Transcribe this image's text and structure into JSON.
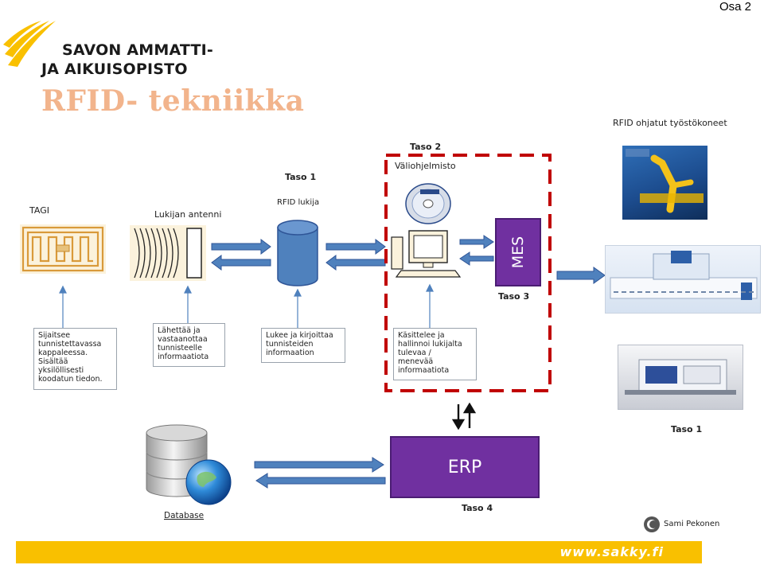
{
  "header": {
    "page_label": "Osa 2",
    "logo_line1": "SAVON AMMATTI-",
    "logo_line2": "JA AIKUISOPISTO",
    "title": "RFID- tekniikka"
  },
  "labels": {
    "tagi": "TAGI",
    "lukijan_antenni": "Lukijan antenni",
    "taso1_top": "Taso 1",
    "rfid_lukija": "RFID lukija",
    "taso2": "Taso 2",
    "valiohjelmisto": "Väliohjelmisto",
    "mes": "MES",
    "taso3": "Taso 3",
    "rfid_machines": "RFID ohjatut työstökoneet",
    "taso1_right": "Taso 1",
    "erp": "ERP",
    "taso4": "Taso 4",
    "database": "Database",
    "author": "Sami Pekonen"
  },
  "notes": {
    "tag_note": "Sijaitsee\ntunnistettavassa\nkappaleessa.\nSisältää\nyksilöllisesti\nkoodatun tiedon.",
    "antenna_note": "Lähettää ja\nvastaanottaa\ntunnisteelle\ninformaatiota",
    "reader_note": "Lukee ja kirjoittaa\ntunnisteiden\ninformaation",
    "middleware_note": "Käsittelee ja\nhallinnoi lukijalta\ntulevaa  /\nmenevää\ninformaatiota"
  },
  "footer": {
    "url": "www.sakky.fi"
  },
  "colors": {
    "accent_yellow": "#f9c000",
    "title_peach": "#f2b48c",
    "arrow_blue": "#4f81bd",
    "purple": "#7030a0",
    "dashed_red": "#c00000"
  }
}
